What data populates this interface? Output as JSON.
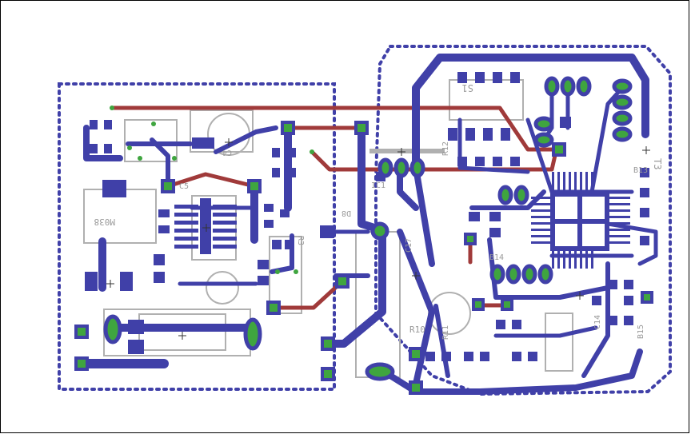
{
  "view": {
    "colors": {
      "background": "#ffffff",
      "bottom_copper": "#4040a8",
      "top_copper": "#a03a3a",
      "silkscreen": "#b0b0b0",
      "via": "#3fa53f",
      "frame": "#000000"
    }
  },
  "labels": {
    "s1": "S1",
    "t3": "T3",
    "c4": "C4",
    "ic1": "IC1",
    "d8": "D8",
    "r3": "R3",
    "r10": "R10",
    "r11": "R11",
    "r12": "R12",
    "m038": "M038",
    "b13": "B13",
    "b14": "B14",
    "b15": "B15",
    "c5": "C5",
    "c17": "C17",
    "c14": "C14"
  }
}
